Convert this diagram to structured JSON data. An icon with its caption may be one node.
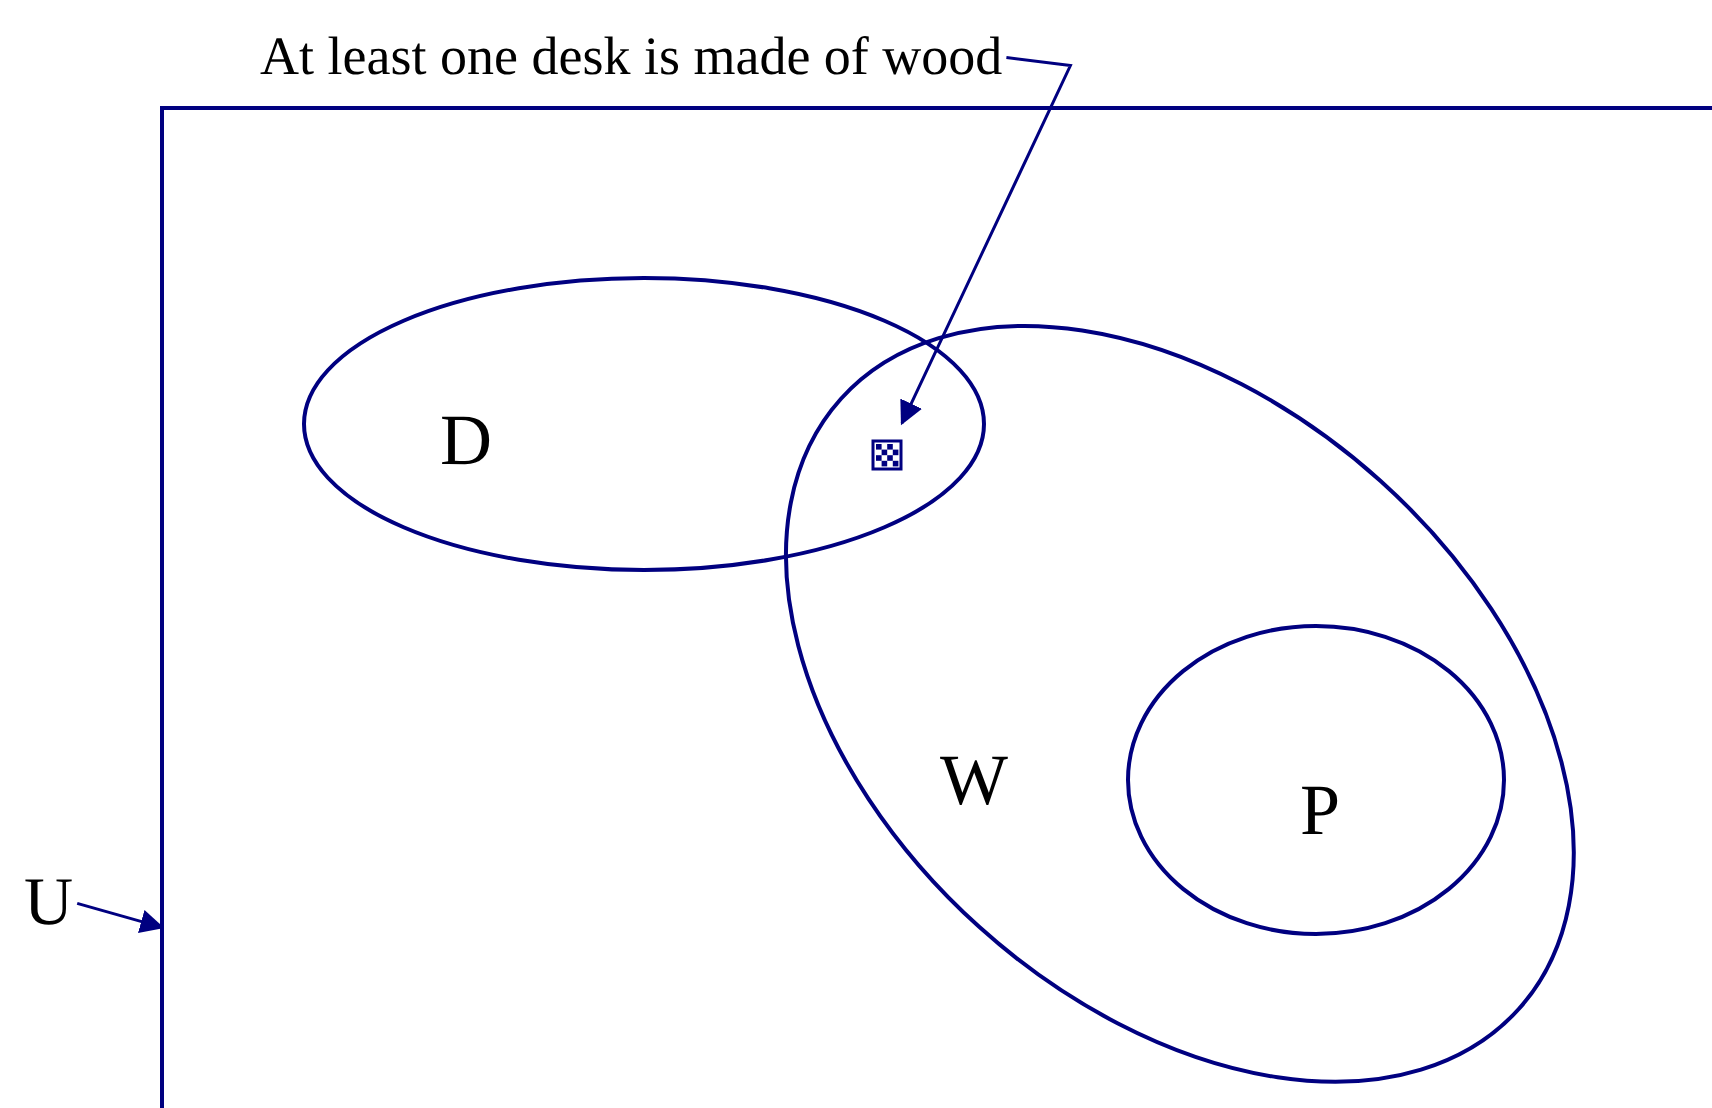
{
  "diagram": {
    "nodes": [
      {
        "text": [],
        "shape": "box"
      },
      {
        "text": [
          "D"
        ],
        "in": 0
      },
      {
        "text": [
          "W"
        ],
        "in": 0
      },
      {
        "text": [
          "P"
        ],
        "in": 2
      },
      {
        "text": [],
        "shape": "box"
      },
      {
        "text": [
          "At least one desk is made of wood"
        ]
      },
      {
        "text": [
          "U"
        ]
      }
    ],
    "edges": [
      {
        "from": 5,
        "to": 4,
        "arrow": "to"
      },
      {
        "from": 6,
        "to": 0,
        "arrow": "to"
      }
    ]
  }
}
